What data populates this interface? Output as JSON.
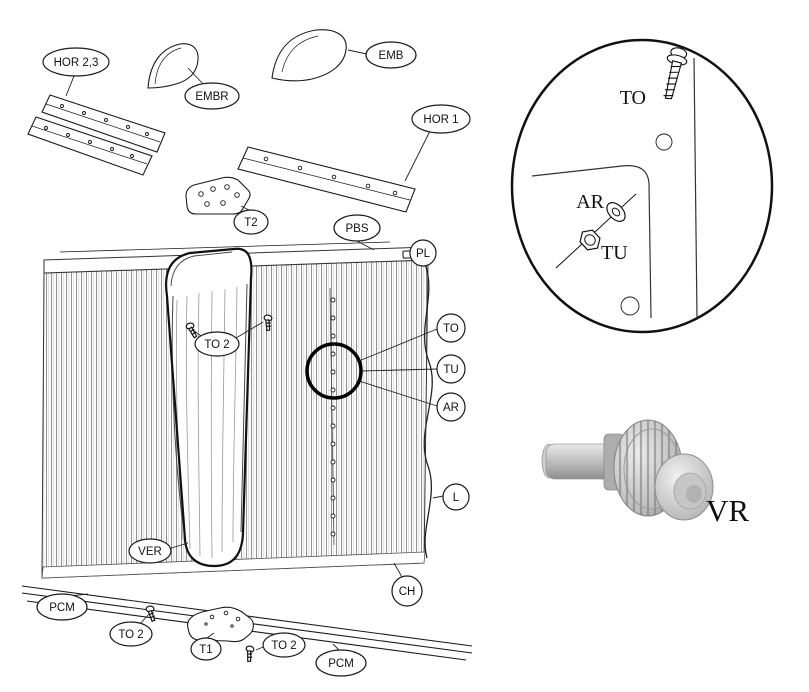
{
  "figure": {
    "background": "#ffffff",
    "ink": "#1a1a1a",
    "highlight_circle_color": "#000000"
  },
  "callouts": [
    {
      "id": "hor-2-3",
      "label": "HOR 2,3"
    },
    {
      "id": "embr",
      "label": "EMBR"
    },
    {
      "id": "emb",
      "label": "EMB"
    },
    {
      "id": "hor-1",
      "label": "HOR 1"
    },
    {
      "id": "t2",
      "label": "T2"
    },
    {
      "id": "pbs",
      "label": "PBS"
    },
    {
      "id": "pl",
      "label": "PL"
    },
    {
      "id": "to2-upper",
      "label": "TO 2"
    },
    {
      "id": "to",
      "label": "TO"
    },
    {
      "id": "tu",
      "label": "TU"
    },
    {
      "id": "ar",
      "label": "AR"
    },
    {
      "id": "l",
      "label": "L"
    },
    {
      "id": "ver",
      "label": "VER"
    },
    {
      "id": "ch",
      "label": "CH"
    },
    {
      "id": "pcm-left",
      "label": "PCM"
    },
    {
      "id": "to2-bottom-left",
      "label": "TO 2"
    },
    {
      "id": "t1",
      "label": "T1"
    },
    {
      "id": "to2-bottom-center",
      "label": "TO 2"
    },
    {
      "id": "pcm-bottom",
      "label": "PCM"
    }
  ],
  "detail_view": {
    "screw_label": "TO",
    "washer_label": "AR",
    "nut_label": "TU"
  },
  "valve": {
    "label": "VR"
  }
}
